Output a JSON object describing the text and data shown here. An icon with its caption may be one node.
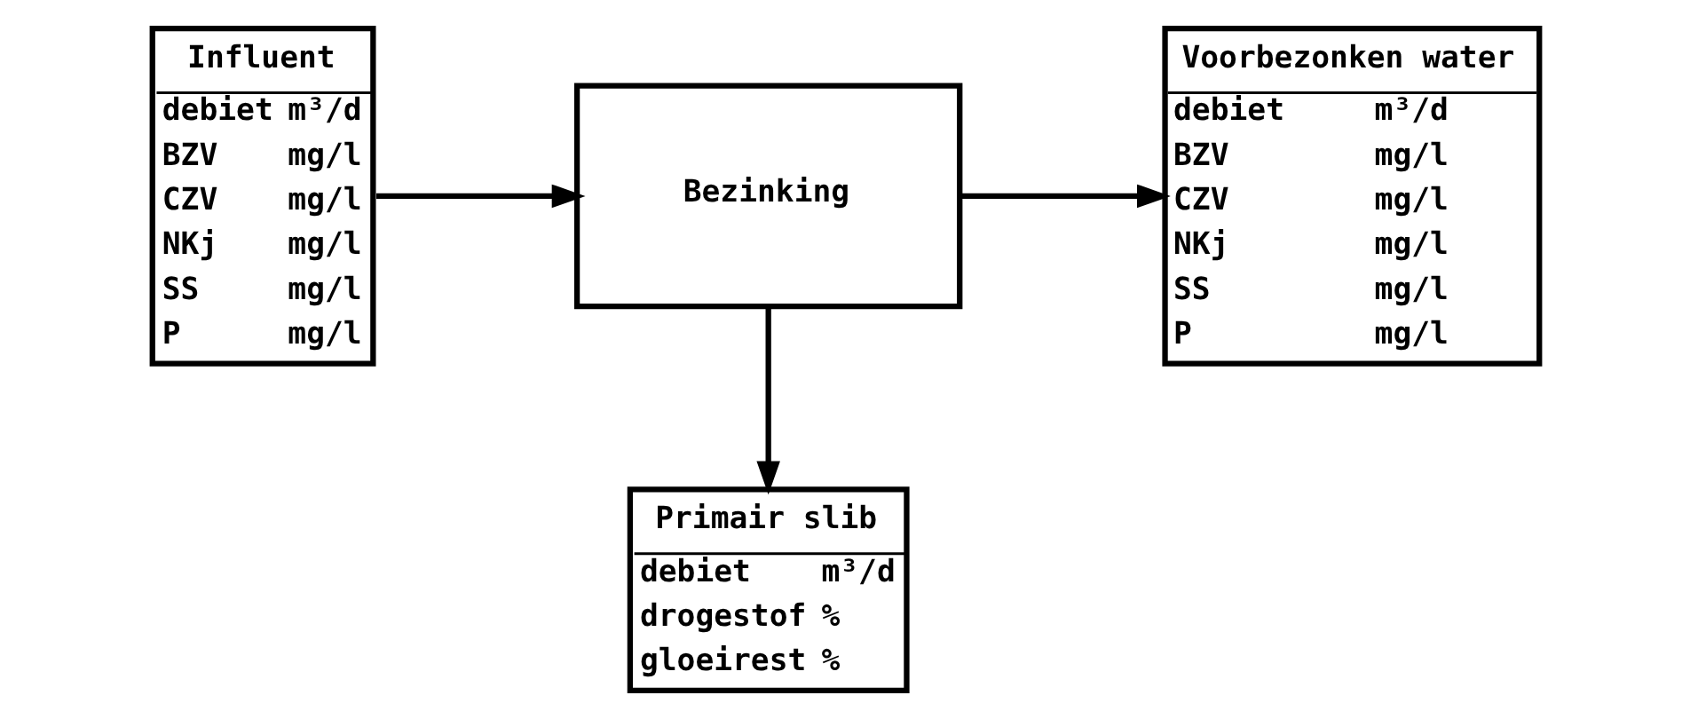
{
  "diagram": {
    "nodes": [
      {
        "text": [
          "Influent",
          "debiet",
          "m³/d",
          "BZV",
          "mg/l",
          "CZV",
          "mg/l",
          "NKj",
          "mg/l",
          "SS",
          "mg/l",
          "P",
          "mg/l"
        ]
      },
      {
        "text": [
          "Bezinking"
        ]
      },
      {
        "text": [
          "Voorbezonken water",
          "debiet",
          "m³/d",
          "BZV",
          "mg/l",
          "CZV",
          "mg/l",
          "NKj",
          "mg/l",
          "SS",
          "mg/l",
          "P",
          "mg/l"
        ]
      },
      {
        "text": [
          "Primair slib",
          "debiet",
          "m³/d",
          "drogestof",
          "%",
          "gloeirest",
          "%"
        ]
      }
    ],
    "edges": [
      {
        "from": 0,
        "to": 1,
        "arrow": "to"
      },
      {
        "from": 1,
        "to": 2,
        "arrow": "to"
      },
      {
        "from": 1,
        "to": 3,
        "arrow": "to"
      }
    ]
  }
}
